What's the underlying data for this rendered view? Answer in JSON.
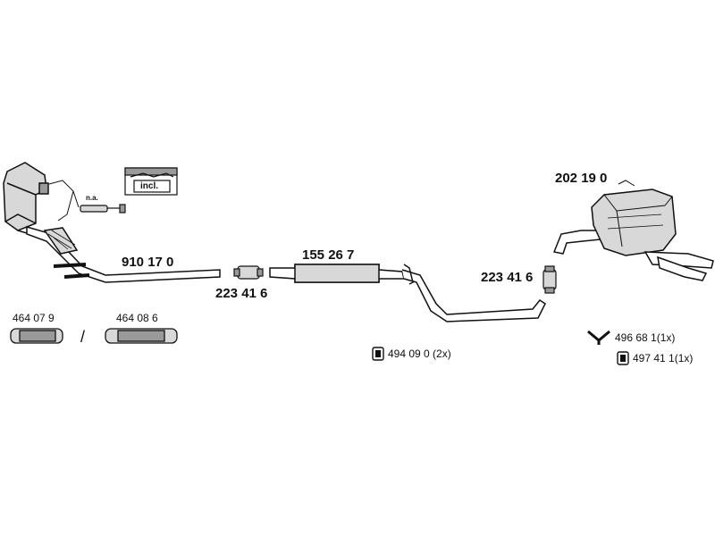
{
  "labels": {
    "front_pipe": "910 17 0",
    "clamp_left": "223 41 6",
    "center_muffler": "155 26 7",
    "clamp_right": "223 41 6",
    "rear_muffler": "202 19 0",
    "flex_pipe_a": "464 07 9",
    "flex_pipe_b": "464 08 6",
    "separator": "/",
    "na": "n.a.",
    "incl": "incl.",
    "rubber_mount": "494 09 0 (2x)",
    "bracket": "496 68 1(1x)",
    "hanger": "497 41 1(1x)"
  },
  "colors": {
    "line": "#111111",
    "fill_light": "#d8d8d8",
    "fill_mid": "#9a9a9a"
  }
}
